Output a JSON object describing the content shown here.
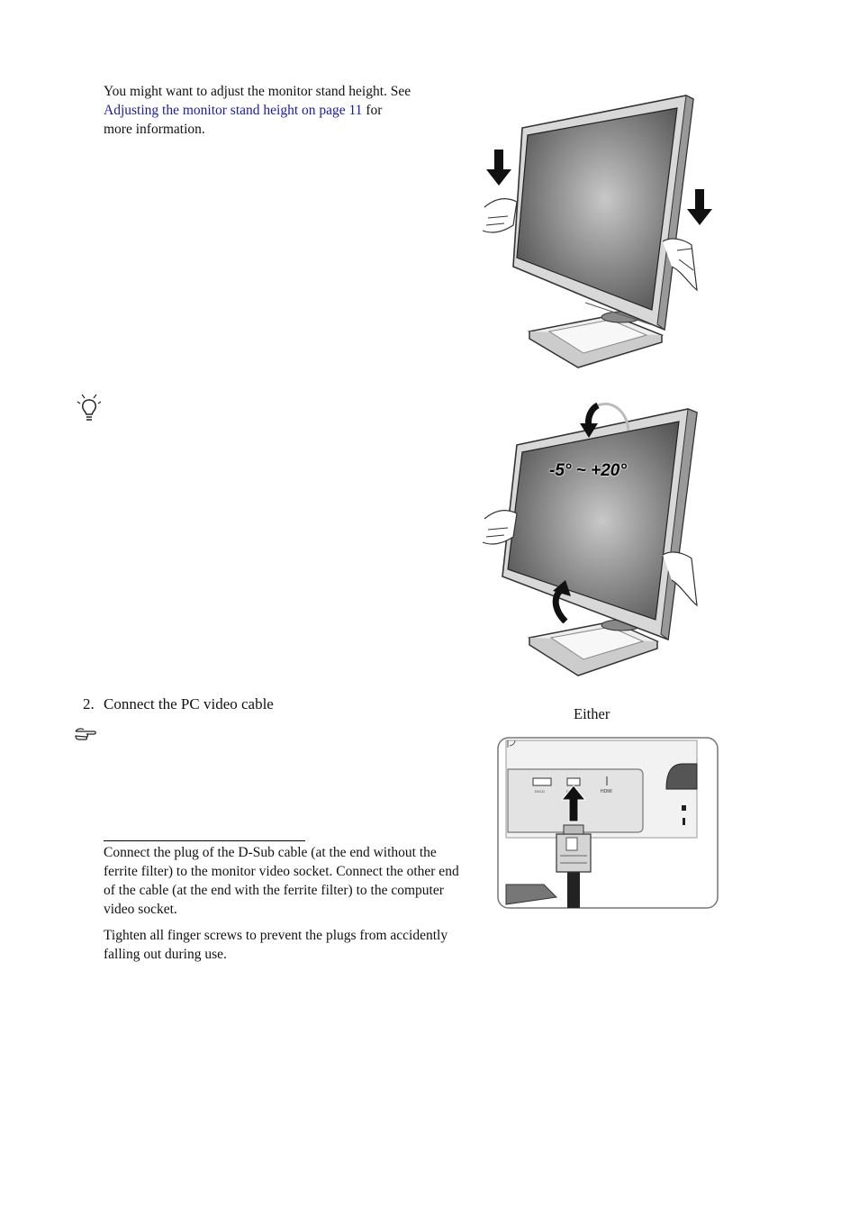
{
  "intro": {
    "before_link": "You might want to adjust the monitor stand height. See",
    "link_text": "Adjusting the monitor stand height on page 11",
    "after_link": " for",
    "tail": "more information."
  },
  "figure_tilt": {
    "label": "-5° ~ +20°"
  },
  "step2": {
    "number": "2.",
    "title": "Connect the PC video cable"
  },
  "either_caption": "Either",
  "instructions": [
    "Connect the plug of the D-Sub cable (at the end without the ferrite filter) to the monitor video socket. Connect the other end of the cable (at the end with the ferrite filter) to the computer video socket.",
    "Tighten all finger screws to prevent the plugs from accidently falling out during use."
  ],
  "ports": [
    "DVI-D",
    "D-SUB",
    "HDMI"
  ],
  "icons": [
    "light-bulb-icon",
    "pointing-hand-icon",
    "down-arrow-icon",
    "curved-arrow-icon"
  ],
  "colors": {
    "link": "#1a1aa6",
    "screen_dark": "#555555",
    "screen_light": "#c8c8c8"
  }
}
